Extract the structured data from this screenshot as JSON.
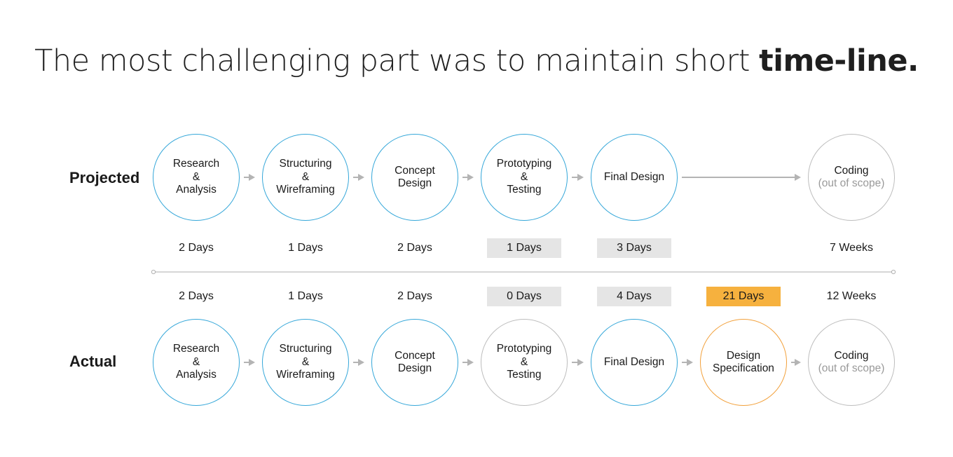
{
  "title": {
    "normal": "The most challenging part was to maintain short ",
    "bold": "time-line."
  },
  "projected": {
    "label": "Projected",
    "stages": [
      {
        "name": "Research\n&\nAnalysis",
        "sub": "",
        "state": "done"
      },
      {
        "name": "Structuring\n&\nWireframing",
        "sub": "",
        "state": "done"
      },
      {
        "name": "Concept\nDesign",
        "sub": "",
        "state": "done"
      },
      {
        "name": "Prototyping\n&\nTesting",
        "sub": "",
        "state": "done"
      },
      {
        "name": "Final Design",
        "sub": "",
        "state": "done"
      },
      {
        "name": "Coding",
        "sub": "(out of scope)",
        "state": "scope"
      }
    ],
    "durations": [
      {
        "text": "2 Days",
        "highlight": "none"
      },
      {
        "text": "1 Days",
        "highlight": "none"
      },
      {
        "text": "2 Days",
        "highlight": "none"
      },
      {
        "text": "1 Days",
        "highlight": "grey"
      },
      {
        "text": "3 Days",
        "highlight": "grey"
      },
      {
        "text": "7 Weeks",
        "highlight": "none"
      }
    ]
  },
  "actual": {
    "label": "Actual",
    "stages": [
      {
        "name": "Research\n&\nAnalysis",
        "sub": "",
        "state": "done"
      },
      {
        "name": "Structuring\n&\nWireframing",
        "sub": "",
        "state": "done"
      },
      {
        "name": "Concept\nDesign",
        "sub": "",
        "state": "done"
      },
      {
        "name": "Prototyping\n&\nTesting",
        "sub": "",
        "state": "skipped"
      },
      {
        "name": "Final Design",
        "sub": "",
        "state": "done"
      },
      {
        "name": "Design\nSpecification",
        "sub": "",
        "state": "added"
      },
      {
        "name": "Coding",
        "sub": "(out of scope)",
        "state": "scope"
      }
    ],
    "durations": [
      {
        "text": "2 Days",
        "highlight": "none"
      },
      {
        "text": "1 Days",
        "highlight": "none"
      },
      {
        "text": "2 Days",
        "highlight": "none"
      },
      {
        "text": "0 Days",
        "highlight": "grey"
      },
      {
        "text": "4 Days",
        "highlight": "grey"
      },
      {
        "text": "21 Days",
        "highlight": "orange"
      },
      {
        "text": "12 Weeks",
        "highlight": "none"
      }
    ]
  },
  "colors": {
    "done": "#35a7d9",
    "skipped": "#bdbdbd",
    "scope": "#bdbdbd",
    "added": "#f2a03a",
    "highlight_grey": "#e5e5e5",
    "highlight_orange": "#f6b13e",
    "arrow": "#b4b4b4"
  }
}
